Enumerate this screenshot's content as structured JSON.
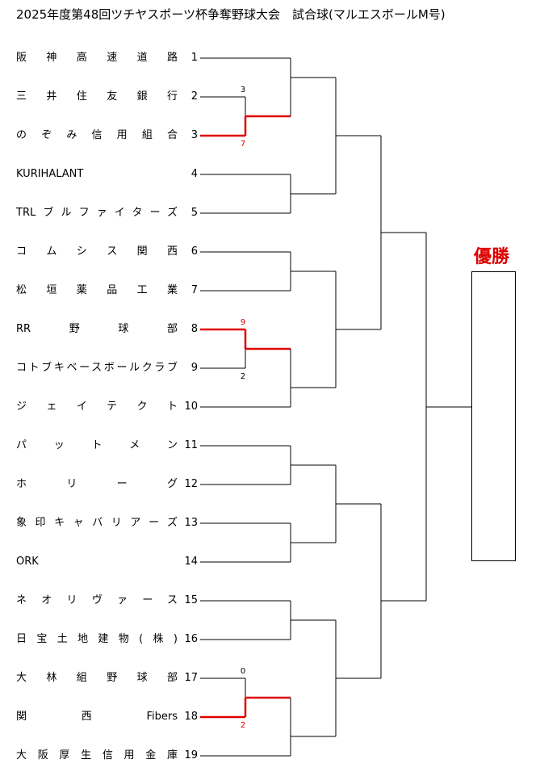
{
  "title": "2025年度第48回ツチヤスポーツ杯争奪野球大会　試合球(マルエスボールM号)",
  "champion_label": "優勝",
  "teams": [
    {
      "name": "阪神高速道路",
      "num": "1"
    },
    {
      "name": "三井住友銀行",
      "num": "2"
    },
    {
      "name": "のぞみ信用組合",
      "num": "3"
    },
    {
      "name": "KURIHALANT",
      "num": "4"
    },
    {
      "name": "TRLブルファイターズ",
      "num": "5"
    },
    {
      "name": "コムシス関西",
      "num": "6"
    },
    {
      "name": "松垣薬品工業",
      "num": "7"
    },
    {
      "name": "RR野球部",
      "num": "8"
    },
    {
      "name": "コトブキベースボールクラブ",
      "num": "9"
    },
    {
      "name": "ジェイテクト",
      "num": "10"
    },
    {
      "name": "パットメン",
      "num": "11"
    },
    {
      "name": "ホリーグ",
      "num": "12"
    },
    {
      "name": "象印キャバリアーズ",
      "num": "13"
    },
    {
      "name": "ORK",
      "num": "14"
    },
    {
      "name": "ネオリヴァース",
      "num": "15"
    },
    {
      "name": "日宝土地建物(株)",
      "num": "16"
    },
    {
      "name": "大林組野球部",
      "num": "17"
    },
    {
      "name": "関西Fibers",
      "num": "18"
    },
    {
      "name": "大阪厚生信用金庫",
      "num": "19"
    }
  ],
  "scores": [
    {
      "value": "3",
      "winner": false
    },
    {
      "value": "7",
      "winner": true
    },
    {
      "value": "9",
      "winner": true
    },
    {
      "value": "2",
      "winner": false
    },
    {
      "value": "0",
      "winner": false
    },
    {
      "value": "2",
      "winner": true
    }
  ],
  "colors": {
    "winner_line": "#e00000",
    "line": "#000000"
  }
}
